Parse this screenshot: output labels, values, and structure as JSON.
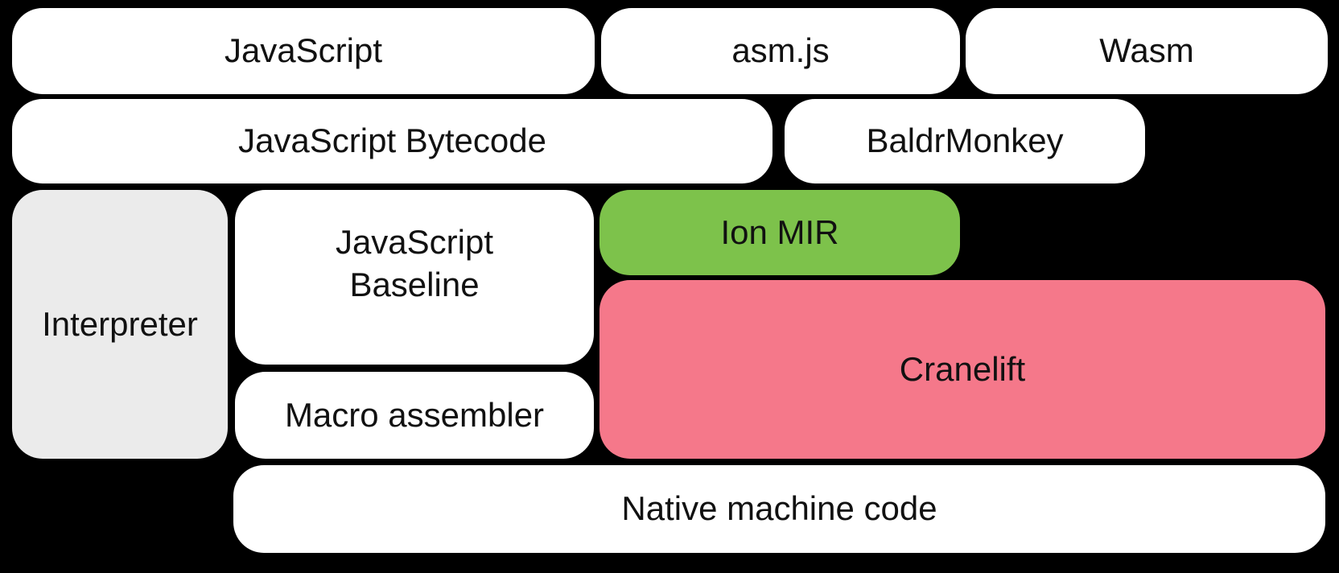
{
  "diagram": {
    "background": "#000000",
    "colors": {
      "box_default": "#ffffff",
      "interpreter_grey": "#ebebeb",
      "ion_green": "#7dc24b",
      "cranelift_pink": "#f5788a",
      "text": "#111111"
    },
    "boxes": {
      "javascript": {
        "label": "JavaScript",
        "fill": "#ffffff"
      },
      "asmjs": {
        "label": "asm.js",
        "fill": "#ffffff"
      },
      "wasm": {
        "label": "Wasm",
        "fill": "#ffffff"
      },
      "bytecode": {
        "label": "JavaScript Bytecode",
        "fill": "#ffffff"
      },
      "baldrmonkey": {
        "label": "BaldrMonkey",
        "fill": "#ffffff"
      },
      "interpreter": {
        "label": "Interpreter",
        "fill": "#ebebeb"
      },
      "baseline": {
        "label": "JavaScript\nBaseline",
        "fill": "#ffffff"
      },
      "ionmir": {
        "label": "Ion MIR",
        "fill": "#7dc24b"
      },
      "macro": {
        "label": "Macro assembler",
        "fill": "#ffffff"
      },
      "cranelift": {
        "label": "Cranelift",
        "fill": "#f5788a"
      },
      "native": {
        "label": "Native machine code",
        "fill": "#ffffff"
      }
    }
  }
}
